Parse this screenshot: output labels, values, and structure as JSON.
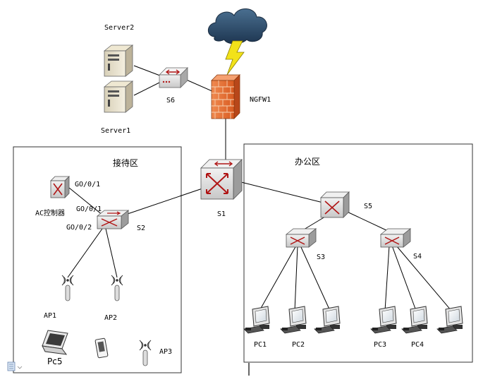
{
  "zones": {
    "reception": "接待区",
    "office": "办公区"
  },
  "devices": {
    "server1": "Server1",
    "server2": "Server2",
    "s6": "S6",
    "ngfw": "NGFW1",
    "s1": "S1",
    "s2": "S2",
    "s3": "S3",
    "s4": "S4",
    "s5": "S5",
    "ac": "AC控制器",
    "ap1": "AP1",
    "ap2": "AP2",
    "ap3": "AP3",
    "pc1": "PC1",
    "pc2": "PC2",
    "pc3": "PC3",
    "pc4": "PC4",
    "pc5": "Pc5"
  },
  "ports": {
    "ac_port": "GO/0/1",
    "s2_port_ac": "GO/0/1",
    "s2_port_ap": "GO/0/2"
  },
  "icons": {
    "cloud": "internet-cloud-icon",
    "firewall": "firewall-icon",
    "server": "server-icon",
    "switch": "switch-icon",
    "access_point": "access-point-icon",
    "laptop": "laptop-icon",
    "phone": "phone-icon",
    "pc": "desktop-pc-icon"
  },
  "colors": {
    "firewall": "#e8703a",
    "router_red": "#b01515",
    "cloud": "#2f4f6f",
    "lightning": "#f2e21a"
  }
}
